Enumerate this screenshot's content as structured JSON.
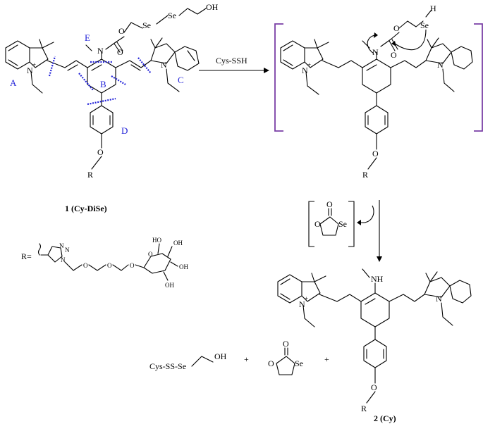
{
  "labels": {
    "compound1": "1 (Cy-DiSe)",
    "compound2": "2 (Cy)",
    "reagent": "Cys-SSH",
    "r_prefix": "R=",
    "byproduct_left": "Cys-SS-Se",
    "plus": "+"
  },
  "fragments": {
    "A": "A",
    "B": "B",
    "C": "C",
    "D": "D",
    "E": "E"
  },
  "atoms": {
    "N": "N",
    "Nplus": "N",
    "plus_sign": "+",
    "O": "O",
    "Se": "Se",
    "H": "H",
    "OH": "OH",
    "NH": "NH",
    "R": "R",
    "HO": "HO"
  },
  "colors": {
    "fragment": "#2424d8",
    "bracket": "#7a3fa6"
  }
}
